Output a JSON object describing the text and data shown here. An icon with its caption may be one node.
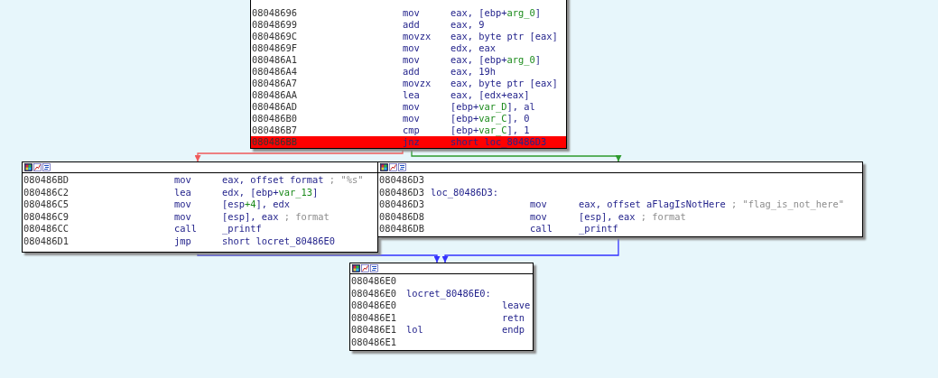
{
  "diagram": {
    "nodes": [
      {
        "text": [
          "08048696 mov eax, [ebp+arg_0]",
          "08048699 add eax, 9",
          "0804869C movzx eax, byte ptr [eax]",
          "0804869F mov edx, eax",
          "080486A1 mov eax, [ebp+arg_0]",
          "080486A4 add eax, 19h",
          "080486A7 movzx eax, byte ptr [eax]",
          "080486AA lea eax, [edx+eax]",
          "080486AD mov [ebp+var_D], al",
          "080486B0 mov [ebp+var_C], 0",
          "080486B7 cmp [ebp+var_C], 1",
          "080486BB jnz short loc_80486D3"
        ]
      },
      {
        "text": [
          "080486BD mov eax, offset format ; \"%s\"",
          "080486C2 lea edx, [ebp+var_13]",
          "080486C5 mov [esp+4], edx",
          "080486C9 mov [esp], eax ; format",
          "080486CC call _printf",
          "080486D1 jmp short locret_80486E0"
        ]
      },
      {
        "text": [
          "080486D3",
          "080486D3 loc_80486D3:",
          "080486D3 mov eax, offset aFlagIsNotHere ; \"flag_is_not_here\"",
          "080486D8 mov [esp], eax ; format",
          "080486DB call _printf"
        ]
      },
      {
        "text": [
          "080486E0",
          "080486E0 locret_80486E0:",
          "080486E0 leave",
          "080486E1 retn",
          "080486E1 lol endp",
          "080486E1"
        ]
      }
    ],
    "edges": [
      {
        "from": 0,
        "to": 1,
        "arrow": "to",
        "color": "#f05a5a"
      },
      {
        "from": 0,
        "to": 2,
        "arrow": "to",
        "color": "#2e9a2e"
      },
      {
        "from": 1,
        "to": 3,
        "arrow": "to",
        "color": "#3333ff"
      },
      {
        "from": 2,
        "to": 3,
        "arrow": "to",
        "color": "#3333ff"
      }
    ]
  }
}
